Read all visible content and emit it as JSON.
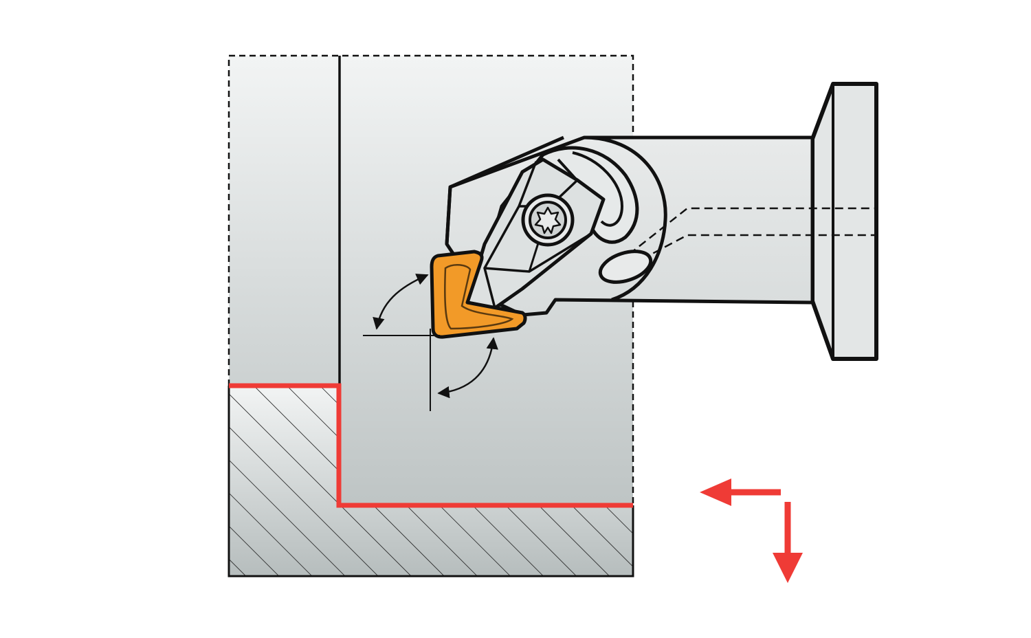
{
  "diagram": {
    "labels": [],
    "colors": {
      "background": "#ffffff",
      "outline": "#111111",
      "workpiece_top": "#f2f4f4",
      "workpiece_bottom": "#b9c0c0",
      "toolbar_fill": "#e3e6e6",
      "insert": "#f29a28",
      "machined_profile": "#ef3b36",
      "feed_arrows": "#ef3b36",
      "hatch": "#1a1a1a"
    },
    "components": [
      "workpiece",
      "machined-profile",
      "boring-bar",
      "tool-head",
      "insert",
      "clamp-screw",
      "entering-angle-dimension",
      "clearance-angle-dimension",
      "feed-direction-arrows"
    ]
  }
}
